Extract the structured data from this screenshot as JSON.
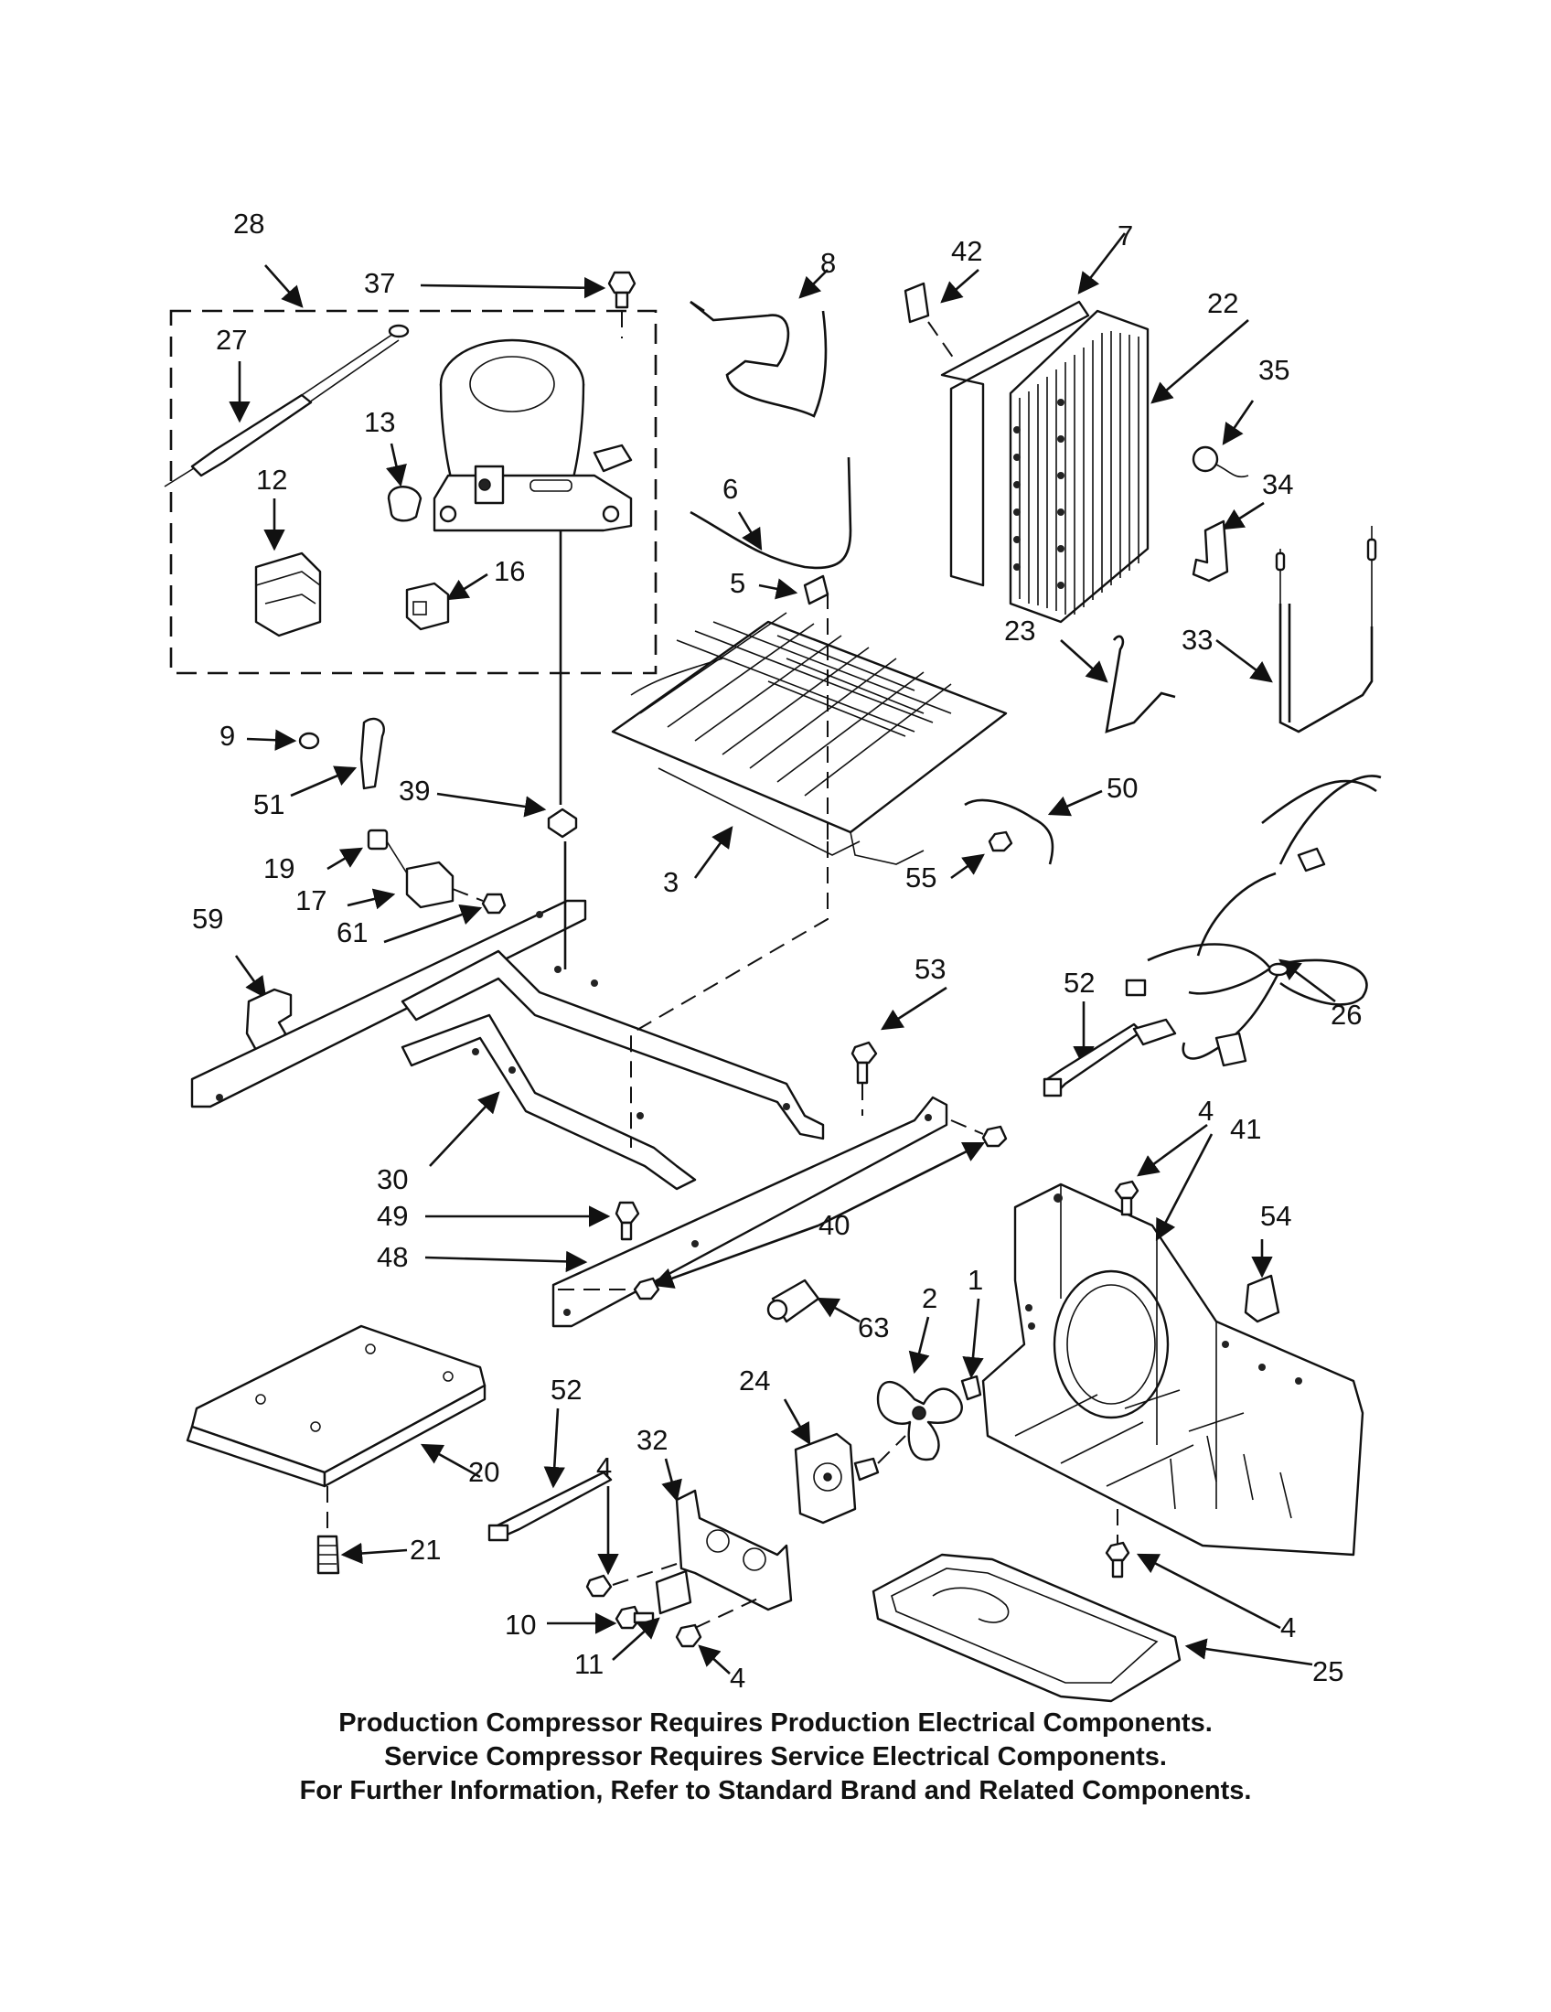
{
  "callouts": [
    {
      "id": "28",
      "text": "28"
    },
    {
      "id": "37",
      "text": "37"
    },
    {
      "id": "8",
      "text": "8"
    },
    {
      "id": "42",
      "text": "42"
    },
    {
      "id": "7",
      "text": "7"
    },
    {
      "id": "22",
      "text": "22"
    },
    {
      "id": "27",
      "text": "27"
    },
    {
      "id": "35",
      "text": "35"
    },
    {
      "id": "13",
      "text": "13"
    },
    {
      "id": "12",
      "text": "12"
    },
    {
      "id": "6",
      "text": "6"
    },
    {
      "id": "34",
      "text": "34"
    },
    {
      "id": "16",
      "text": "16"
    },
    {
      "id": "5",
      "text": "5"
    },
    {
      "id": "23",
      "text": "23"
    },
    {
      "id": "33",
      "text": "33"
    },
    {
      "id": "9",
      "text": "9"
    },
    {
      "id": "51",
      "text": "51"
    },
    {
      "id": "39",
      "text": "39"
    },
    {
      "id": "50",
      "text": "50"
    },
    {
      "id": "19",
      "text": "19"
    },
    {
      "id": "17",
      "text": "17"
    },
    {
      "id": "61",
      "text": "61"
    },
    {
      "id": "3",
      "text": "3"
    },
    {
      "id": "55",
      "text": "55"
    },
    {
      "id": "59",
      "text": "59"
    },
    {
      "id": "53",
      "text": "53"
    },
    {
      "id": "52a",
      "text": "52"
    },
    {
      "id": "26",
      "text": "26"
    },
    {
      "id": "30",
      "text": "30"
    },
    {
      "id": "49",
      "text": "49"
    },
    {
      "id": "4a",
      "text": "4"
    },
    {
      "id": "41",
      "text": "41"
    },
    {
      "id": "40",
      "text": "40"
    },
    {
      "id": "54",
      "text": "54"
    },
    {
      "id": "48",
      "text": "48"
    },
    {
      "id": "63",
      "text": "63"
    },
    {
      "id": "2",
      "text": "2"
    },
    {
      "id": "1",
      "text": "1"
    },
    {
      "id": "52b",
      "text": "52"
    },
    {
      "id": "24",
      "text": "24"
    },
    {
      "id": "32",
      "text": "32"
    },
    {
      "id": "20",
      "text": "20"
    },
    {
      "id": "4b",
      "text": "4"
    },
    {
      "id": "21",
      "text": "21"
    },
    {
      "id": "10",
      "text": "10"
    },
    {
      "id": "11",
      "text": "11"
    },
    {
      "id": "4c",
      "text": "4"
    },
    {
      "id": "4d",
      "text": "4"
    },
    {
      "id": "25",
      "text": "25"
    }
  ],
  "notes": [
    "Production Compressor Requires Production Electrical Components.",
    "Service Compressor Requires Service Electrical Components.",
    "For Further Information, Refer to Standard Brand and Related Components."
  ]
}
